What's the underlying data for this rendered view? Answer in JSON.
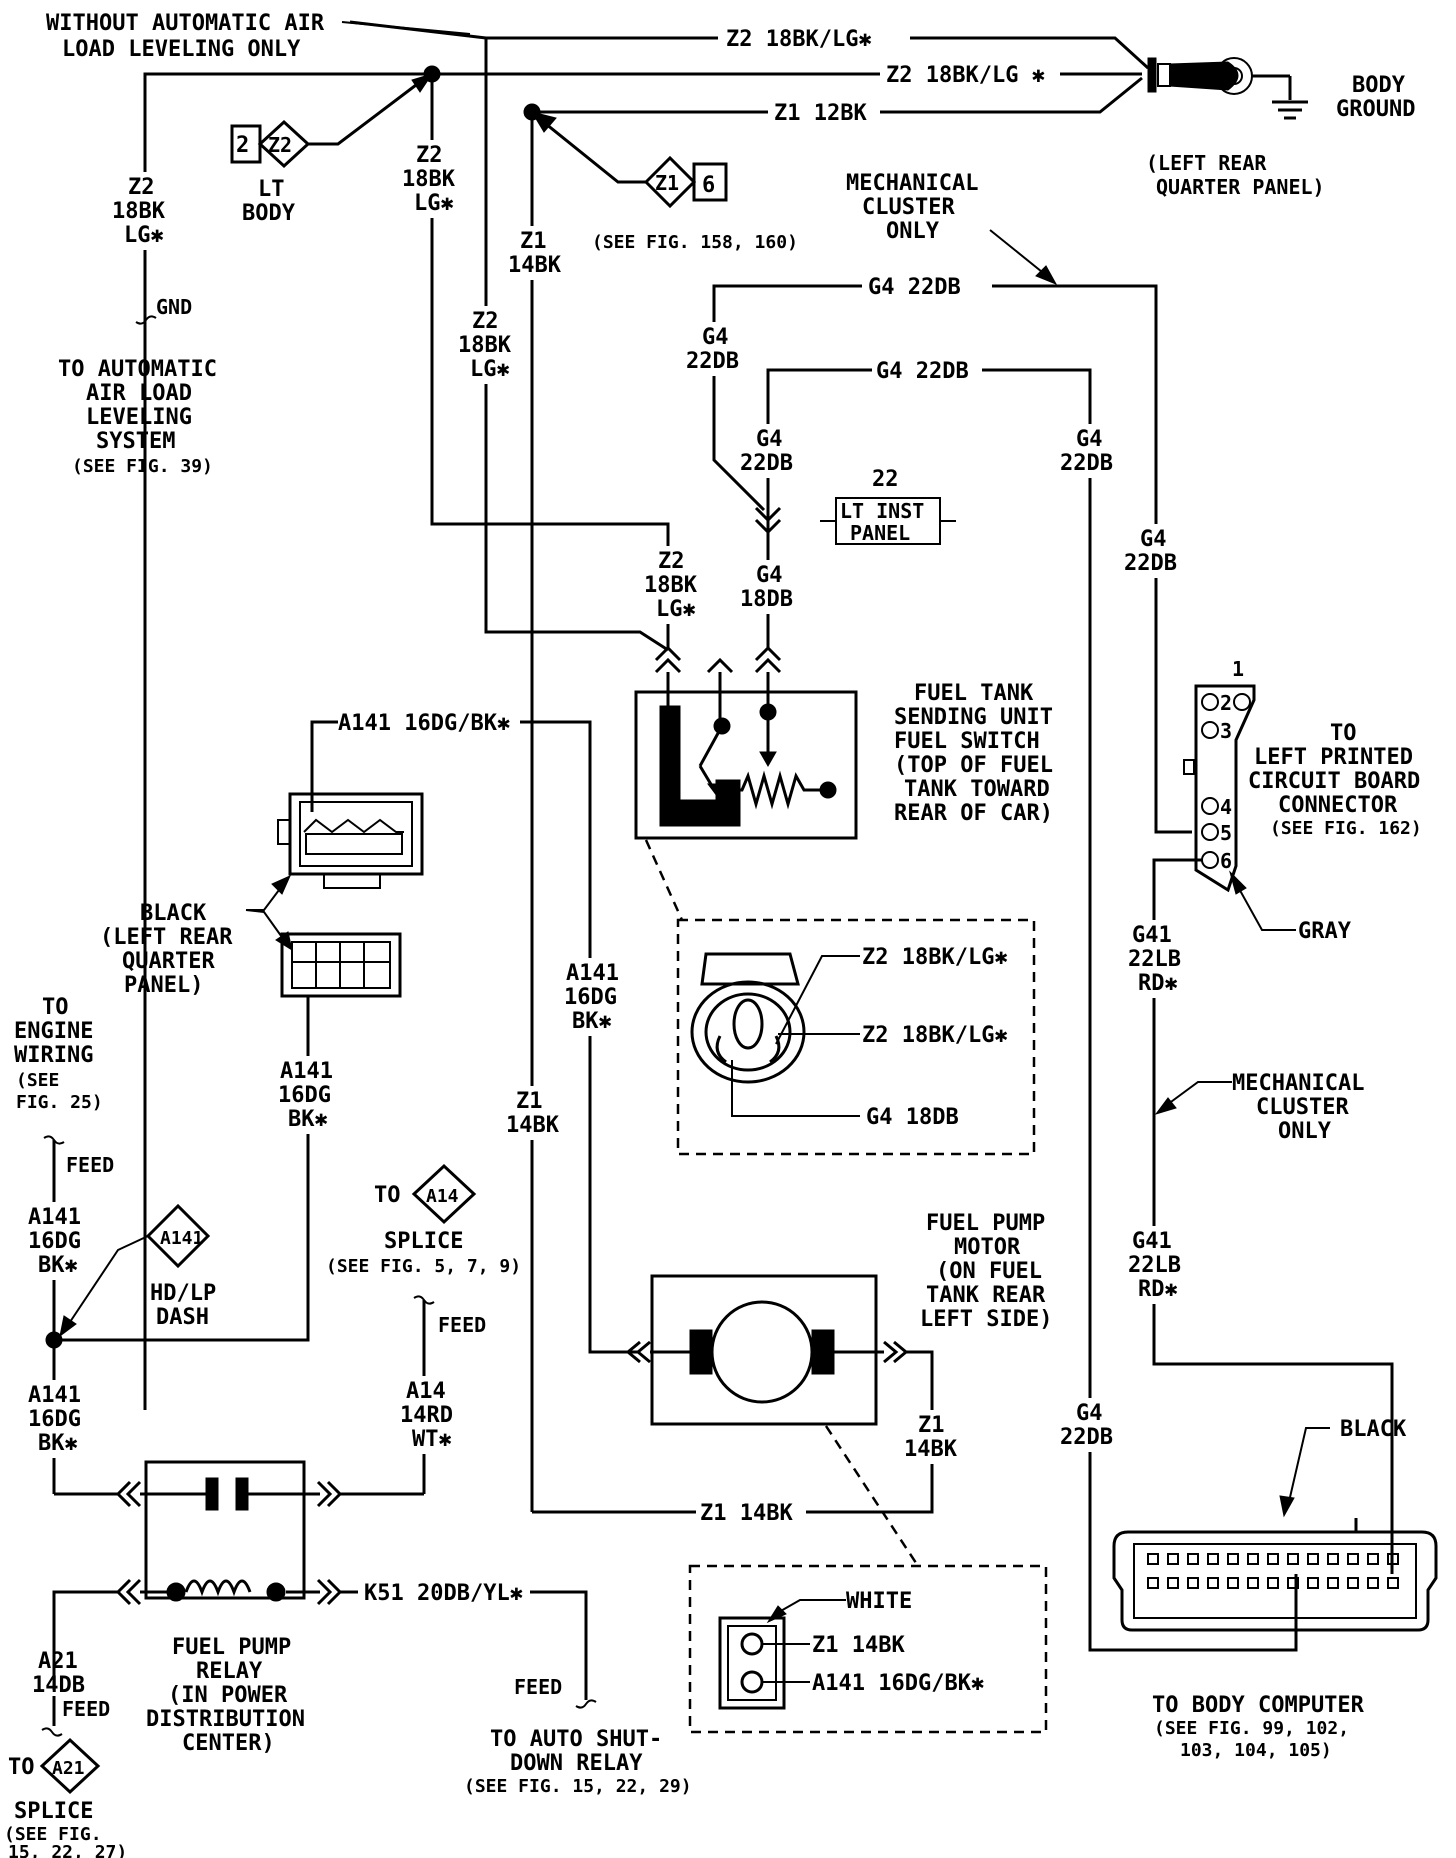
{
  "top": {
    "without_aal_1": "WITHOUT AUTOMATIC AIR",
    "without_aal_2": "LOAD LEVELING ONLY",
    "wire_z2_top_1": "Z2 18BK/LG✱",
    "wire_z2_top_2": "Z2 18BK/LG ✱",
    "wire_z1_top": "Z1 12BK",
    "body_ground_1": "BODY",
    "body_ground_2": "GROUND",
    "lrqp_1": "(LEFT REAR",
    "lrqp_2": "QUARTER PANEL)"
  },
  "lt_body": {
    "num": "2",
    "code": "Z2",
    "label_1": "LT",
    "label_2": "BODY"
  },
  "z1_splice": {
    "code": "Z1",
    "num": "6",
    "ref": "(SEE FIG. 158, 160)"
  },
  "left_z2": {
    "code": "Z2",
    "gauge": "18BK",
    "color": "LG✱",
    "gnd": "GND"
  },
  "aal": {
    "l1": "TO AUTOMATIC",
    "l2": "AIR LOAD",
    "l3": "LEVELING",
    "l4": "SYSTEM",
    "ref": "(SEE FIG. 39)"
  },
  "mid_z2_a": {
    "code": "Z2",
    "gauge": "18BK",
    "color": "LG✱"
  },
  "mid_z2_b": {
    "code": "Z2",
    "gauge": "18BK",
    "color": "LG✱"
  },
  "mid_z1": {
    "code": "Z1",
    "gauge": "14BK"
  },
  "mech_cluster_top": {
    "l1": "MECHANICAL",
    "l2": "CLUSTER",
    "l3": "ONLY"
  },
  "g4": {
    "h1": "G4 22DB",
    "h2": "G4 22DB",
    "v_code": "G4",
    "v_gauge": "22DB",
    "v18_gauge": "18DB"
  },
  "inst_panel": {
    "num": "22",
    "l1": "LT INST",
    "l2": "PANEL"
  },
  "sender_wire": {
    "code": "Z2",
    "gauge": "18BK",
    "color": "LG✱"
  },
  "fuel_sender": {
    "l1": "FUEL TANK",
    "l2": "SENDING UNIT",
    "l3": "FUEL SWITCH",
    "l4": "(TOP OF FUEL",
    "l5": "TANK TOWARD",
    "l6": "REAR OF CAR)"
  },
  "sender_detail": {
    "w1": "Z2 18BK/LG✱",
    "w2": "Z2 18BK/LG✱",
    "w3": "G4 18DB"
  },
  "pcb": {
    "pin1": "1",
    "pin2": "2",
    "pin3": "3",
    "pin4": "4",
    "pin5": "5",
    "pin6": "6",
    "l1": "TO",
    "l2": "LEFT PRINTED",
    "l3": "CIRCUIT BOARD",
    "l4": "CONNECTOR",
    "ref": "(SEE FIG. 162)",
    "gray": "GRAY"
  },
  "g41": {
    "code": "G41",
    "gauge": "22LB",
    "color": "RD✱"
  },
  "mech_cluster_mid": {
    "l1": "MECHANICAL",
    "l2": "CLUSTER",
    "l3": "ONLY"
  },
  "a141": {
    "top": "A141 16DG/BK✱",
    "code": "A141",
    "gauge": "16DG",
    "color": "BK✱"
  },
  "black_conn": {
    "l1": "BLACK",
    "l2": "(LEFT REAR",
    "l3": "QUARTER",
    "l4": "PANEL)"
  },
  "engine": {
    "l1": "TO",
    "l2": "ENGINE",
    "l3": "WIRING",
    "l4": "(SEE",
    "l5": "FIG. 25)",
    "feed": "FEED"
  },
  "hdlp": {
    "code": "A141",
    "l1": "HD/LP",
    "l2": "DASH"
  },
  "a14_splice": {
    "to": "TO",
    "code": "A14",
    "l1": "SPLICE",
    "ref": "(SEE FIG. 5, 7, 9)",
    "feed": "FEED"
  },
  "a14": {
    "code": "A14",
    "gauge": "14RD",
    "color": "WT✱"
  },
  "z1_low": {
    "code": "Z1",
    "gauge": "14BK",
    "bottom": "Z1 14BK"
  },
  "fuel_pump": {
    "l1": "FUEL PUMP",
    "l2": "MOTOR",
    "l3": "(ON FUEL",
    "l4": "TANK REAR",
    "l5": "LEFT SIDE)"
  },
  "pump_detail": {
    "white": "WHITE",
    "w1": "Z1 14BK",
    "w2": "A141 16DG/BK✱"
  },
  "relay": {
    "k51": "K51 20DB/YL✱",
    "l1": "FUEL PUMP",
    "l2": "RELAY",
    "l3": "(IN POWER",
    "l4": "DISTRIBUTION",
    "l5": "CENTER)"
  },
  "a21": {
    "code": "A21",
    "gauge": "14DB",
    "feed": "FEED",
    "to": "TO",
    "l1": "SPLICE",
    "ref1": "(SEE FIG.",
    "ref2": "15, 22, 27)"
  },
  "asd": {
    "feed": "FEED",
    "l1": "TO AUTO SHUT-",
    "l2": "DOWN RELAY",
    "ref": "(SEE FIG. 15, 22, 29)"
  },
  "body_computer": {
    "black": "BLACK",
    "l1": "TO BODY COMPUTER",
    "l2": "(SEE FIG. 99, 102,",
    "l3": "103, 104, 105)"
  }
}
